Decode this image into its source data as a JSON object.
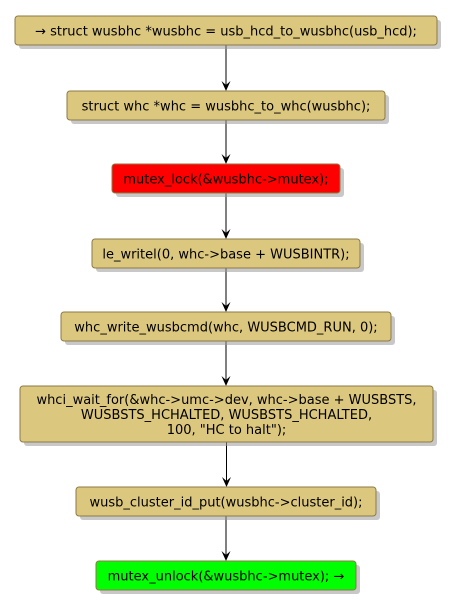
{
  "colors": {
    "default_fill": "#dcc77f",
    "lock_fill": "#ff0000",
    "unlock_fill": "#00ff00",
    "border": "#8c7a44",
    "arrow": "#000000"
  },
  "nodes": [
    {
      "lines": [
        "→ struct wusbhc *wusbhc = usb_hcd_to_wusbhc(usb_hcd);"
      ],
      "fill": "default_fill"
    },
    {
      "lines": [
        "struct whc *whc = wusbhc_to_whc(wusbhc);"
      ],
      "fill": "default_fill"
    },
    {
      "lines": [
        "mutex_lock(&wusbhc->mutex);"
      ],
      "fill": "lock_fill"
    },
    {
      "lines": [
        "le_writel(0, whc->base + WUSBINTR);"
      ],
      "fill": "default_fill"
    },
    {
      "lines": [
        "whc_write_wusbcmd(whc, WUSBCMD_RUN, 0);"
      ],
      "fill": "default_fill"
    },
    {
      "lines": [
        "whci_wait_for(&whc->umc->dev, whc->base + WUSBSTS,",
        "WUSBSTS_HCHALTED, WUSBSTS_HCHALTED,",
        "100, \"HC to halt\");"
      ],
      "fill": "default_fill"
    },
    {
      "lines": [
        "wusb_cluster_id_put(wusbhc->cluster_id);"
      ],
      "fill": "default_fill"
    },
    {
      "lines": [
        "mutex_unlock(&wusbhc->mutex); →"
      ],
      "fill": "unlock_fill"
    }
  ]
}
